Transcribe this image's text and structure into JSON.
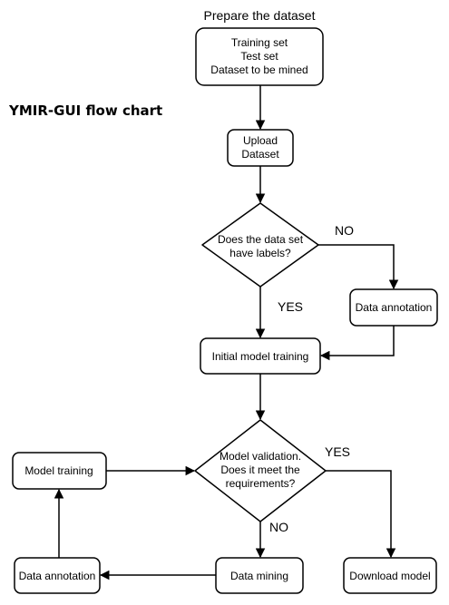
{
  "title": "YMIR-GUI flow chart",
  "nodes": {
    "prepare_heading": "Prepare the dataset",
    "prepare_box": [
      "Training set",
      "Test set",
      "Dataset to be mined"
    ],
    "upload": [
      "Upload",
      "Dataset"
    ],
    "has_labels": [
      "Does the data set",
      "have labels?"
    ],
    "data_annotation_top": "Data annotation",
    "initial_training": "Initial model training",
    "validation": [
      "Model validation.",
      "Does it meet the",
      "requirements?"
    ],
    "model_training": "Model training",
    "data_annotation_bottom": "Data annotation",
    "data_mining": "Data mining",
    "download_model": "Download model"
  },
  "edges": {
    "labels_no": "NO",
    "labels_yes": "YES",
    "validation_yes": "YES",
    "validation_no": "NO"
  }
}
